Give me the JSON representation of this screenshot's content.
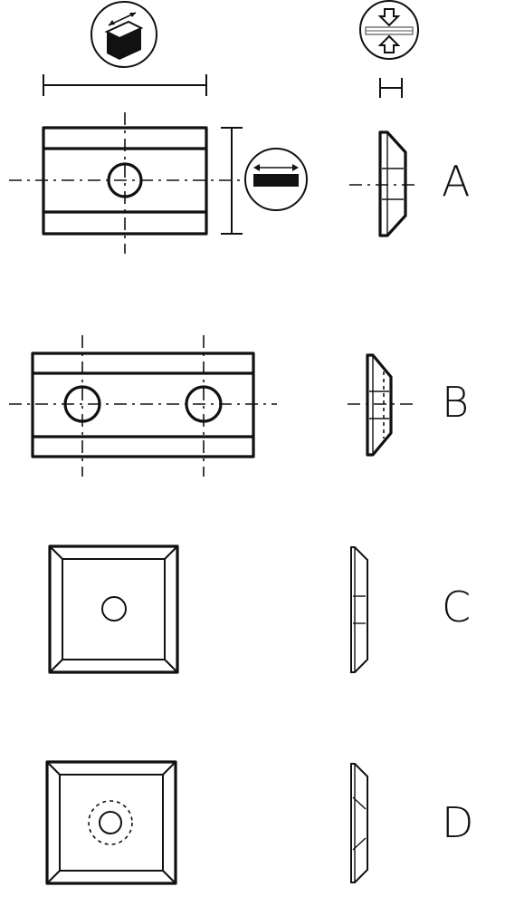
{
  "rows": [
    {
      "id": "A",
      "label": "A"
    },
    {
      "id": "B",
      "label": "B"
    },
    {
      "id": "C",
      "label": "C"
    },
    {
      "id": "D",
      "label": "D"
    }
  ],
  "icons": {
    "length": "length-block-icon",
    "width": "width-bar-icon",
    "thickness": "thickness-press-icon"
  }
}
